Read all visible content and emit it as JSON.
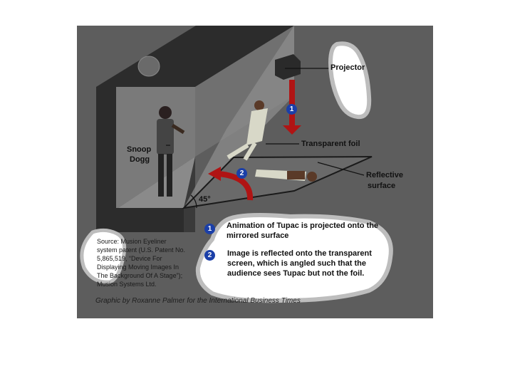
{
  "labels": {
    "projector": "Projector",
    "snoop_line1": "Snoop",
    "snoop_line2": "Dogg",
    "transparent_foil": "Transparent foil",
    "reflective_line1": "Reflective",
    "reflective_line2": "surface",
    "angle": "45°"
  },
  "steps": [
    {
      "number": "1",
      "text": "Animation of Tupac is projected onto the mirrored surface"
    },
    {
      "number": "2",
      "text": "Image is reflected onto the transparent screen, which is angled such that the audience sees Tupac but not the foil."
    }
  ],
  "source": {
    "line1": "Source: Musion Eyeliner",
    "line2": "system patent (U.S. Patent No.",
    "line3": "5,865,519, “Device For",
    "line4": "Displaying Moving Images In",
    "line5": "The Background Of A Stage”);",
    "line6": "Musion Systems Ltd."
  },
  "credit": "Graphic by Roxanne Palmer for the International Business Times",
  "colors": {
    "panel_bg": "#5d5d5d",
    "arrow_red": "#b01414",
    "badge_blue": "#1b3fa8",
    "stage_dark": "#2b2b2b"
  }
}
